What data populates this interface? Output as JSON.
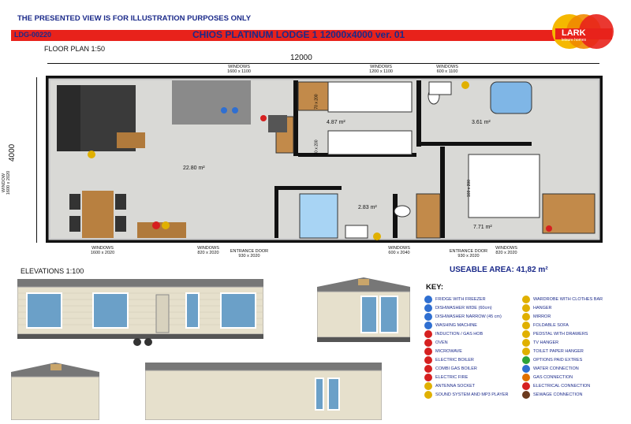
{
  "header": {
    "notice": "THE PRESENTED VIEW IS FOR ILLUSTRATION PURPOSES ONLY",
    "code": "LDG-00220",
    "title": "CHIOS PLATINUM LODGE 1 12000x4000 ver. 01",
    "logo_text": "LARK",
    "logo_subtext": "leisure homes"
  },
  "floor_plan": {
    "label": "FLOOR PLAN 1:50",
    "width_dim": "12000",
    "height_dim": "4000",
    "windows_top": [
      {
        "label": "WINDOWS",
        "size": "1600 x 1100"
      },
      {
        "label": "WINDOWS",
        "size": "1200 x 1100"
      },
      {
        "label": "WINDOWS",
        "size": "600 x 1100"
      }
    ],
    "windows_bottom": [
      {
        "label": "WINDOWS",
        "size": "1600 x 2020"
      },
      {
        "label": "WINDOWS",
        "size": "820 x 2020"
      },
      {
        "label": "ENTRANCE DOOR",
        "size": "930 x 2020"
      },
      {
        "label": "WINDOWS",
        "size": "600 x 2040"
      },
      {
        "label": "ENTRANCE DOOR",
        "size": "930 x 2020"
      },
      {
        "label": "WINDOWS",
        "size": "820 x 2020"
      }
    ],
    "window_side": {
      "label": "WINDOW",
      "size": "1600 x 2020"
    },
    "rooms": {
      "living": "22.80 m²",
      "bedroom_twin": "4.87 m²",
      "bathroom": "3.61 m²",
      "shower": "2.83 m²",
      "bedroom_main": "7.71 m²"
    },
    "bed_labels": [
      "70 x 200",
      "70 x 200",
      "160 x 200"
    ],
    "useable_area": "USEABLE AREA: 41,82 m²"
  },
  "elevations": {
    "label": "ELEVATIONS 1:100"
  },
  "key": {
    "title": "KEY:",
    "left": [
      {
        "label": "FRIDGE WITH FREEZER",
        "color": "#2f6fd1"
      },
      {
        "label": "DISHWASHER WIDE (60cm)",
        "color": "#2f6fd1"
      },
      {
        "label": "DISHWASHER NARROW (45 cm)",
        "color": "#2f6fd1"
      },
      {
        "label": "WASHING MACHINE",
        "color": "#2f6fd1"
      },
      {
        "label": "INDUCTION / GAS HOB",
        "color": "#d62020"
      },
      {
        "label": "OVEN",
        "color": "#d62020"
      },
      {
        "label": "MICROWAVE",
        "color": "#d62020"
      },
      {
        "label": "ELECTRIC BOILER",
        "color": "#d62020"
      },
      {
        "label": "COMBI GAS BOILER",
        "color": "#d62020"
      },
      {
        "label": "ELECTRIC FIRE",
        "color": "#d62020"
      },
      {
        "label": "ANTENNA SOCKET",
        "color": "#e0b000"
      },
      {
        "label": "SOUND SYSTEM AND MP3 PLAYER",
        "color": "#e0b000"
      }
    ],
    "right": [
      {
        "label": "WARDROBE WITH CLOTHES BAR",
        "color": "#e0b000"
      },
      {
        "label": "HANGER",
        "color": "#e0b000"
      },
      {
        "label": "MIRROR",
        "color": "#e0b000"
      },
      {
        "label": "FOLDABLE SOFA",
        "color": "#e0b000"
      },
      {
        "label": "PEDSTAL WITH DRAWERS",
        "color": "#e0b000"
      },
      {
        "label": "TV HANGER",
        "color": "#e0b000"
      },
      {
        "label": "TOILET PAPER HANGER",
        "color": "#e0b000"
      },
      {
        "label": "OPTIONS PAID EXTRES",
        "color": "#2da33a"
      },
      {
        "label": "WATER CONNECTION",
        "color": "#2f6fd1"
      },
      {
        "label": "GAS CONNECTION",
        "color": "#e07000"
      },
      {
        "label": "ELECTRICAL CONNECTION",
        "color": "#d62020"
      },
      {
        "label": "SEWAGE CONNECTION",
        "color": "#6b3a1e"
      }
    ]
  }
}
